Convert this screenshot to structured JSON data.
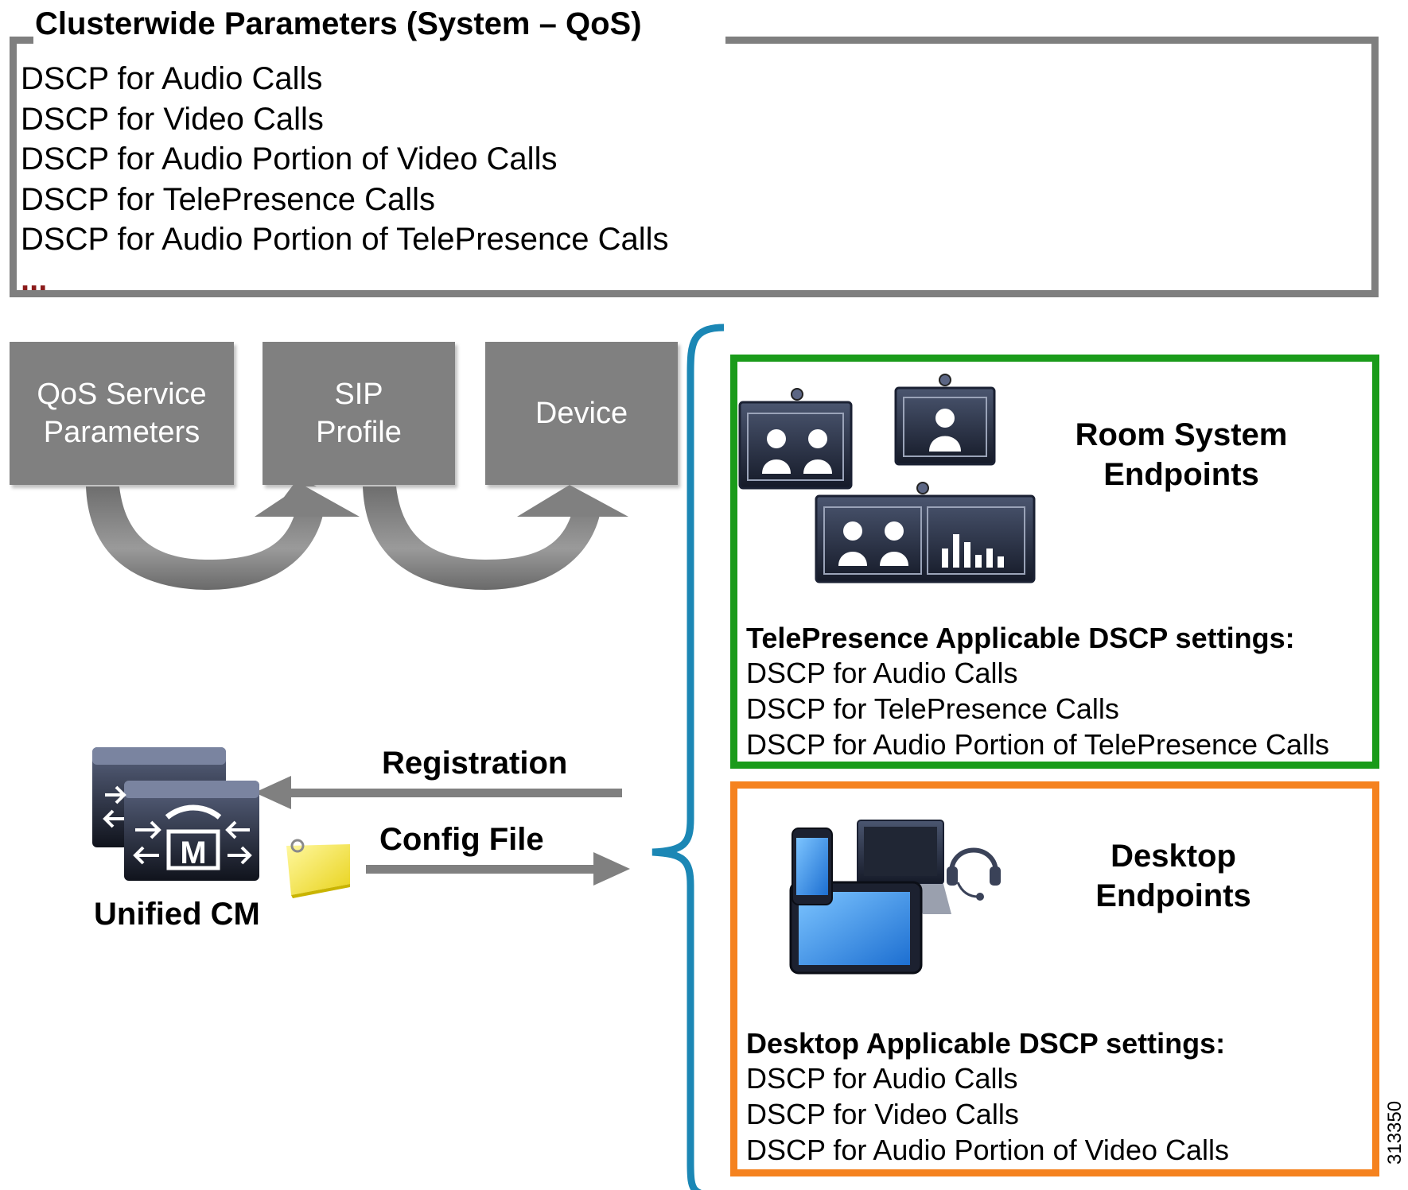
{
  "clusterwide": {
    "title": "Clusterwide Parameters (System – QoS)",
    "items": [
      "DSCP for Audio Calls",
      "DSCP for Video Calls",
      "DSCP for Audio Portion of Video Calls",
      "DSCP for TelePresence Calls",
      "DSCP for Audio Portion of TelePresence Calls"
    ],
    "ellipsis": "..."
  },
  "config_chain": [
    {
      "label": "QoS Service Parameters"
    },
    {
      "label": "SIP Profile"
    },
    {
      "label": "Device"
    }
  ],
  "unified_cm": {
    "label": "Unified CM"
  },
  "flows": {
    "registration": "Registration",
    "config_file": "Config File"
  },
  "room_system": {
    "heading": "Room System Endpoints",
    "settings_title": "TelePresence Applicable DSCP settings:",
    "settings": [
      "DSCP for Audio Calls",
      "DSCP for TelePresence Calls",
      "DSCP for Audio Portion of TelePresence Calls"
    ]
  },
  "desktop": {
    "heading": "Desktop Endpoints",
    "settings_title": "Desktop Applicable DSCP settings:",
    "settings": [
      "DSCP for Audio Calls",
      "DSCP for Video Calls",
      "DSCP for Audio Portion of Video Calls"
    ]
  },
  "figure_number": "313350",
  "colors": {
    "clusterwide_border": "#7f7f7f",
    "grey_box": "#808080",
    "room_panel_border": "#1a9b1a",
    "desktop_panel_border": "#f5821f",
    "brace": "#1b87b5",
    "ellipsis": "#8b1a1a"
  }
}
